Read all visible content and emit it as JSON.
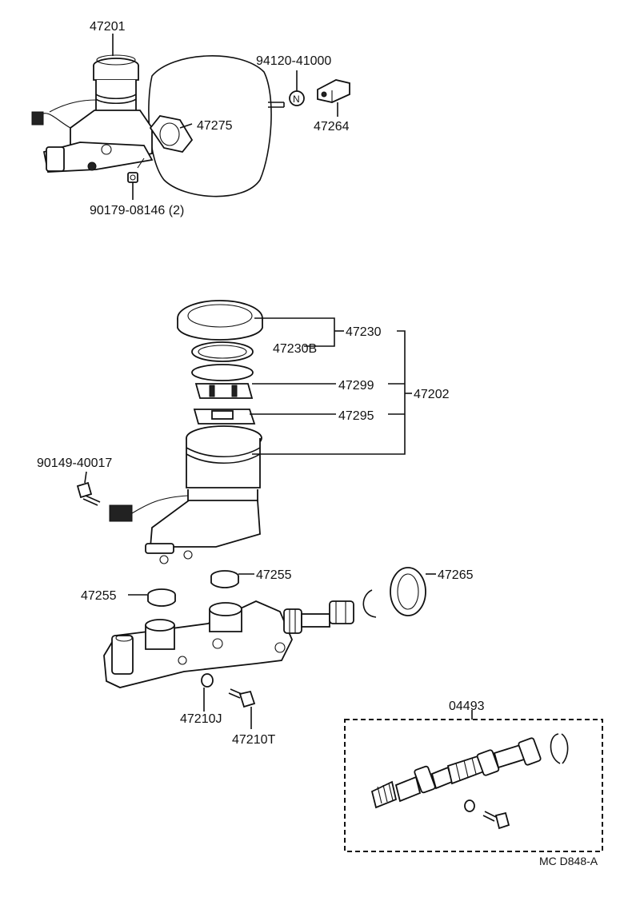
{
  "labels": {
    "p47201": "47201",
    "p94120": "94120-41000",
    "p47275": "47275",
    "p47264": "47264",
    "p90179": "90179-08146 (2)",
    "p47230": "47230",
    "p47230b": "47230B",
    "p47299": "47299",
    "p47202": "47202",
    "p47295": "47295",
    "p90149": "90149-40017",
    "p47255_right": "47255",
    "p47255_left": "47255",
    "p47265": "47265",
    "p47210j": "47210J",
    "p47210t": "47210T",
    "p04493": "04493",
    "nut_letter": "N",
    "drawing_code": "MC D848-A"
  }
}
